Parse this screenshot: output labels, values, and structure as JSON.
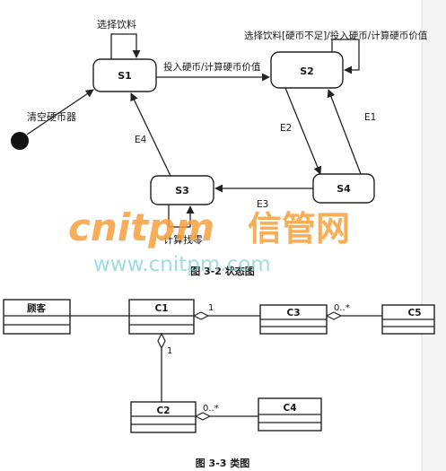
{
  "state_diagram": {
    "caption": "图 3-2 状态图",
    "initial_label": "清空硬币器",
    "states": {
      "s1": "S1",
      "s2": "S2",
      "s3": "S3",
      "s4": "S4"
    },
    "transitions": {
      "s1_self": "选择饮料",
      "s1_to_s2": "投入硬币/计算硬币价值",
      "s2_self": "选择饮料[硬币不足]/投入硬币/计算硬币价值",
      "e1": "E1",
      "e2": "E2",
      "e3": "E3",
      "e4": "E4",
      "s3_self": "计算找零"
    }
  },
  "class_diagram": {
    "caption": "图 3-3 类图",
    "classes": {
      "customer": "顾客",
      "c1": "C1",
      "c2": "C2",
      "c3": "C3",
      "c4": "C4",
      "c5": "C5"
    },
    "multiplicities": {
      "c1_c3": "1",
      "c3_c5": "0..*",
      "c1_c2": "1",
      "c2_c4": "0..*"
    }
  },
  "watermark": {
    "brand_latin": "cnitpm",
    "brand_cn": "信管网",
    "url": "www.cnitpm.com"
  },
  "colors": {
    "watermark_orange": "#f6a03a",
    "watermark_cyan": "#7fd0d8"
  }
}
